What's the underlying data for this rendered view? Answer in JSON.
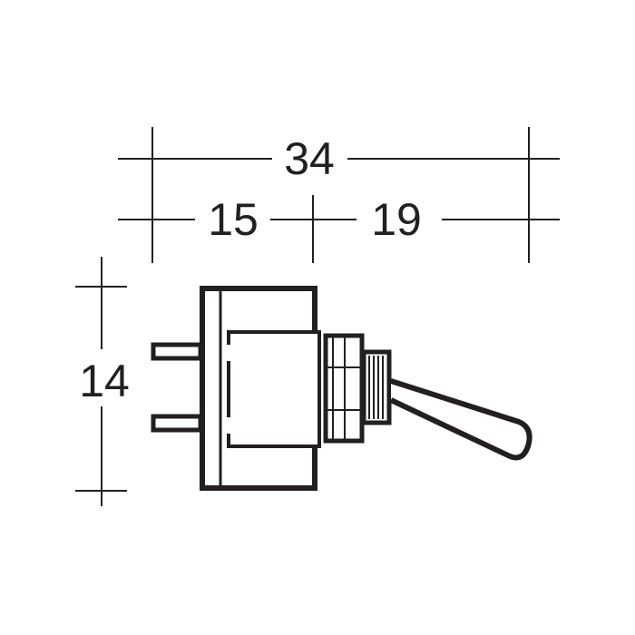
{
  "dimensions": {
    "overall_width": "34",
    "left_width": "15",
    "right_width": "19",
    "height": "14"
  },
  "colors": {
    "line": "#231f20",
    "background": "#ffffff"
  }
}
